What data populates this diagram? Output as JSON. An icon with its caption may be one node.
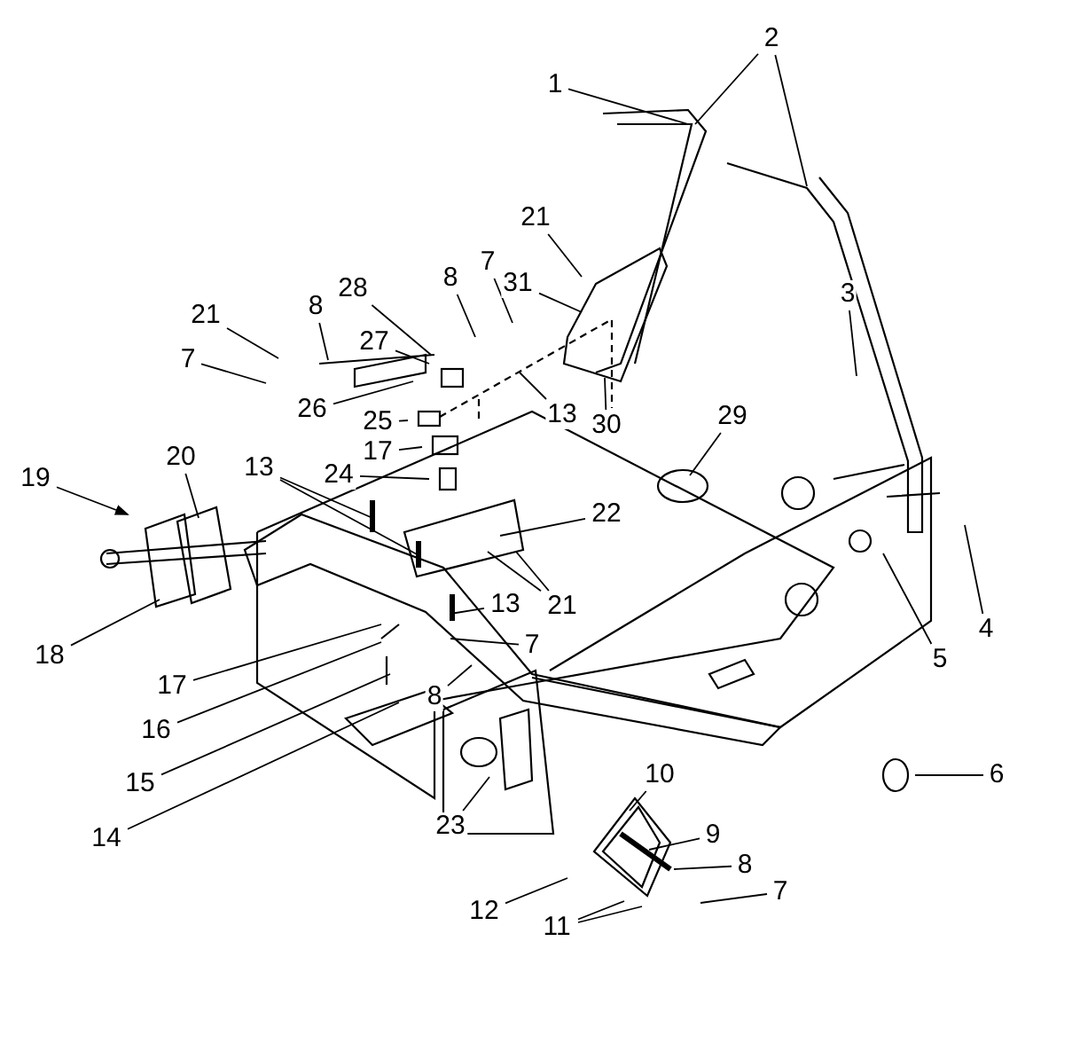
{
  "diagram": {
    "nodes": [
      {
        "text": [
          "2"
        ]
      },
      {
        "text": [
          "1"
        ]
      },
      {
        "text": [
          "21"
        ]
      },
      {
        "text": [
          "7"
        ]
      },
      {
        "text": [
          "8"
        ]
      },
      {
        "text": [
          "31"
        ]
      },
      {
        "text": [
          "28"
        ]
      },
      {
        "text": [
          "3"
        ]
      },
      {
        "text": [
          "8"
        ]
      },
      {
        "text": [
          "21"
        ]
      },
      {
        "text": [
          "27"
        ]
      },
      {
        "text": [
          "7"
        ]
      },
      {
        "text": [
          "26"
        ]
      },
      {
        "text": [
          "13"
        ]
      },
      {
        "text": [
          "29"
        ]
      },
      {
        "text": [
          "25"
        ]
      },
      {
        "text": [
          "30"
        ]
      },
      {
        "text": [
          "17"
        ]
      },
      {
        "text": [
          "13"
        ]
      },
      {
        "text": [
          "20"
        ]
      },
      {
        "text": [
          "24"
        ]
      },
      {
        "text": [
          "19"
        ]
      },
      {
        "text": [
          "22"
        ]
      },
      {
        "text": [
          "13"
        ]
      },
      {
        "text": [
          "21"
        ]
      },
      {
        "text": [
          "4"
        ]
      },
      {
        "text": [
          "7"
        ]
      },
      {
        "text": [
          "18"
        ]
      },
      {
        "text": [
          "5"
        ]
      },
      {
        "text": [
          "17"
        ]
      },
      {
        "text": [
          "8"
        ]
      },
      {
        "text": [
          "16"
        ]
      },
      {
        "text": [
          "10"
        ]
      },
      {
        "text": [
          "6"
        ]
      },
      {
        "text": [
          "15"
        ]
      },
      {
        "text": [
          "23"
        ]
      },
      {
        "text": [
          "9"
        ]
      },
      {
        "text": [
          "14"
        ]
      },
      {
        "text": [
          "8"
        ]
      },
      {
        "text": [
          "7"
        ]
      },
      {
        "text": [
          "12"
        ]
      },
      {
        "text": [
          "11"
        ]
      }
    ],
    "edges": [
      {
        "from": 0,
        "to": null,
        "arrow": "none"
      },
      {
        "from": 0,
        "to": null,
        "arrow": "none"
      },
      {
        "from": 1,
        "to": null,
        "arrow": "none"
      },
      {
        "from": 2,
        "to": null,
        "arrow": "none"
      },
      {
        "from": 3,
        "to": null,
        "arrow": "none"
      },
      {
        "from": 4,
        "to": null,
        "arrow": "none"
      },
      {
        "from": 5,
        "to": null,
        "arrow": "none"
      },
      {
        "from": 6,
        "to": null,
        "arrow": "none"
      },
      {
        "from": 7,
        "to": null,
        "arrow": "none"
      },
      {
        "from": 8,
        "to": null,
        "arrow": "none"
      },
      {
        "from": 9,
        "to": null,
        "arrow": "none"
      },
      {
        "from": 10,
        "to": null,
        "arrow": "none"
      },
      {
        "from": 11,
        "to": null,
        "arrow": "none"
      },
      {
        "from": 12,
        "to": null,
        "arrow": "none"
      },
      {
        "from": 13,
        "to": null,
        "arrow": "none"
      },
      {
        "from": 14,
        "to": null,
        "arrow": "none"
      },
      {
        "from": 15,
        "to": null,
        "arrow": "none"
      },
      {
        "from": 16,
        "to": null,
        "arrow": "none"
      },
      {
        "from": 17,
        "to": null,
        "arrow": "none"
      },
      {
        "from": 18,
        "to": null,
        "arrow": "none"
      },
      {
        "from": 18,
        "to": null,
        "arrow": "none"
      },
      {
        "from": 19,
        "to": null,
        "arrow": "none"
      },
      {
        "from": 20,
        "to": null,
        "arrow": "none"
      },
      {
        "from": 21,
        "to": null,
        "arrow": "to"
      },
      {
        "from": 22,
        "to": null,
        "arrow": "none"
      },
      {
        "from": 23,
        "to": null,
        "arrow": "none"
      },
      {
        "from": 24,
        "to": null,
        "arrow": "none"
      },
      {
        "from": 24,
        "to": null,
        "arrow": "none"
      },
      {
        "from": 25,
        "to": null,
        "arrow": "none"
      },
      {
        "from": 26,
        "to": null,
        "arrow": "none"
      },
      {
        "from": 27,
        "to": null,
        "arrow": "none"
      },
      {
        "from": 28,
        "to": null,
        "arrow": "none"
      },
      {
        "from": 29,
        "to": null,
        "arrow": "none"
      },
      {
        "from": 30,
        "to": null,
        "arrow": "none"
      },
      {
        "from": 31,
        "to": null,
        "arrow": "none"
      },
      {
        "from": 32,
        "to": null,
        "arrow": "none"
      },
      {
        "from": 33,
        "to": null,
        "arrow": "none"
      },
      {
        "from": 34,
        "to": null,
        "arrow": "none"
      },
      {
        "from": 35,
        "to": null,
        "arrow": "none"
      },
      {
        "from": 36,
        "to": null,
        "arrow": "none"
      },
      {
        "from": 37,
        "to": null,
        "arrow": "none"
      },
      {
        "from": 38,
        "to": null,
        "arrow": "none"
      },
      {
        "from": 39,
        "to": null,
        "arrow": "none"
      },
      {
        "from": 40,
        "to": null,
        "arrow": "none"
      },
      {
        "from": 41,
        "to": null,
        "arrow": "none"
      },
      {
        "from": 41,
        "to": null,
        "arrow": "none"
      }
    ]
  }
}
